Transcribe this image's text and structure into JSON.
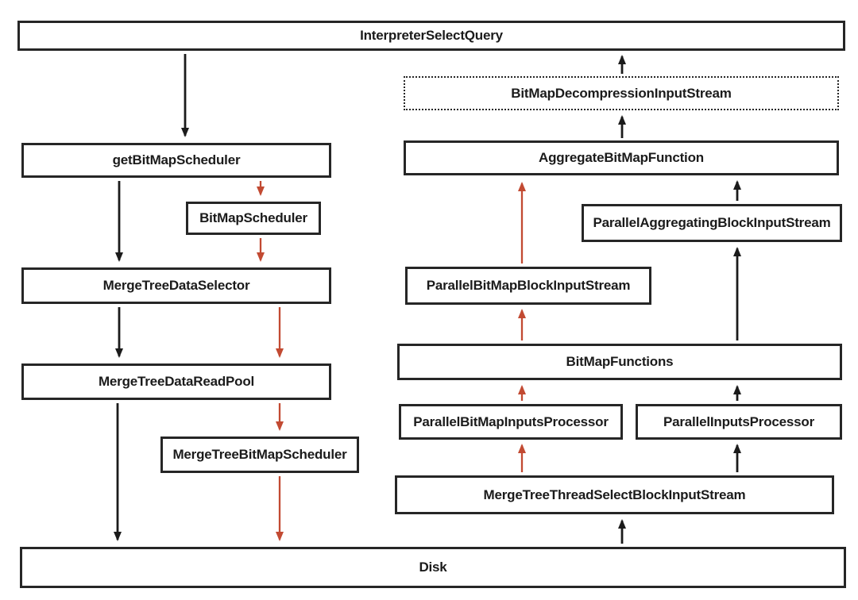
{
  "diagram": {
    "background": "#ffffff",
    "colors": {
      "box_border": "#262626",
      "text": "#1b1b1b",
      "arrow_black": "#1b1b1b",
      "arrow_red": "#c24a32"
    },
    "nodes": {
      "interpreter_select_query": {
        "label": "InterpreterSelectQuery",
        "border": "solid"
      },
      "get_bitmap_scheduler": {
        "label": "getBitMapScheduler",
        "border": "solid"
      },
      "bitmap_scheduler": {
        "label": "BitMapScheduler",
        "border": "solid"
      },
      "merge_tree_data_selector": {
        "label": "MergeTreeDataSelector",
        "border": "solid"
      },
      "merge_tree_data_read_pool": {
        "label": "MergeTreeDataReadPool",
        "border": "solid"
      },
      "merge_tree_bitmap_scheduler": {
        "label": "MergeTreeBitMapScheduler",
        "border": "solid"
      },
      "disk": {
        "label": "Disk",
        "border": "solid"
      },
      "bitmap_decompression_input_stream": {
        "label": "BitMapDecompressionInputStream",
        "border": "dotted"
      },
      "aggregate_bitmap_function": {
        "label": "AggregateBitMapFunction",
        "border": "solid"
      },
      "parallel_aggregating_block_input_stream": {
        "label": "ParallelAggregatingBlockInputStream",
        "border": "solid"
      },
      "parallel_bitmap_block_input_stream": {
        "label": "ParallelBitMapBlockInputStream",
        "border": "solid"
      },
      "bitmap_functions": {
        "label": "BitMapFunctions",
        "border": "solid"
      },
      "parallel_bitmap_inputs_processor": {
        "label": "ParallelBitMapInputsProcessor",
        "border": "solid"
      },
      "parallel_inputs_processor": {
        "label": "ParallelInputsProcessor",
        "border": "solid"
      },
      "merge_tree_thread_select_block_input_stream": {
        "label": "MergeTreeThreadSelectBlockInputStream",
        "border": "solid"
      }
    },
    "edges": [
      {
        "from": "interpreter_select_query",
        "to": "get_bitmap_scheduler",
        "color": "black",
        "direction": "down"
      },
      {
        "from": "get_bitmap_scheduler",
        "to": "merge_tree_data_selector",
        "color": "black",
        "direction": "down"
      },
      {
        "from": "merge_tree_data_selector",
        "to": "merge_tree_data_read_pool",
        "color": "black",
        "direction": "down"
      },
      {
        "from": "merge_tree_data_read_pool",
        "to": "disk",
        "color": "black",
        "direction": "down"
      },
      {
        "from": "get_bitmap_scheduler",
        "to": "bitmap_scheduler",
        "color": "red",
        "direction": "down"
      },
      {
        "from": "bitmap_scheduler",
        "to": "merge_tree_data_selector",
        "color": "red",
        "direction": "down"
      },
      {
        "from": "merge_tree_data_selector",
        "to": "merge_tree_data_read_pool",
        "color": "red",
        "direction": "down"
      },
      {
        "from": "merge_tree_data_read_pool",
        "to": "merge_tree_bitmap_scheduler",
        "color": "red",
        "direction": "down"
      },
      {
        "from": "merge_tree_bitmap_scheduler",
        "to": "disk",
        "color": "red",
        "direction": "down"
      },
      {
        "from": "bitmap_decompression_input_stream",
        "to": "interpreter_select_query",
        "color": "black",
        "direction": "up"
      },
      {
        "from": "aggregate_bitmap_function",
        "to": "bitmap_decompression_input_stream",
        "color": "black",
        "direction": "up"
      },
      {
        "from": "parallel_aggregating_block_input_stream",
        "to": "aggregate_bitmap_function",
        "color": "black",
        "direction": "up"
      },
      {
        "from": "bitmap_functions",
        "to": "parallel_aggregating_block_input_stream",
        "color": "black",
        "direction": "up"
      },
      {
        "from": "parallel_inputs_processor",
        "to": "bitmap_functions",
        "color": "black",
        "direction": "up"
      },
      {
        "from": "merge_tree_thread_select_block_input_stream",
        "to": "parallel_inputs_processor",
        "color": "black",
        "direction": "up"
      },
      {
        "from": "disk",
        "to": "merge_tree_thread_select_block_input_stream",
        "color": "black",
        "direction": "up"
      },
      {
        "from": "parallel_bitmap_block_input_stream",
        "to": "aggregate_bitmap_function",
        "color": "red",
        "direction": "up"
      },
      {
        "from": "bitmap_functions",
        "to": "parallel_bitmap_block_input_stream",
        "color": "red",
        "direction": "up"
      },
      {
        "from": "parallel_bitmap_inputs_processor",
        "to": "bitmap_functions",
        "color": "red",
        "direction": "up"
      },
      {
        "from": "merge_tree_thread_select_block_input_stream",
        "to": "parallel_bitmap_inputs_processor",
        "color": "red",
        "direction": "up"
      }
    ]
  }
}
